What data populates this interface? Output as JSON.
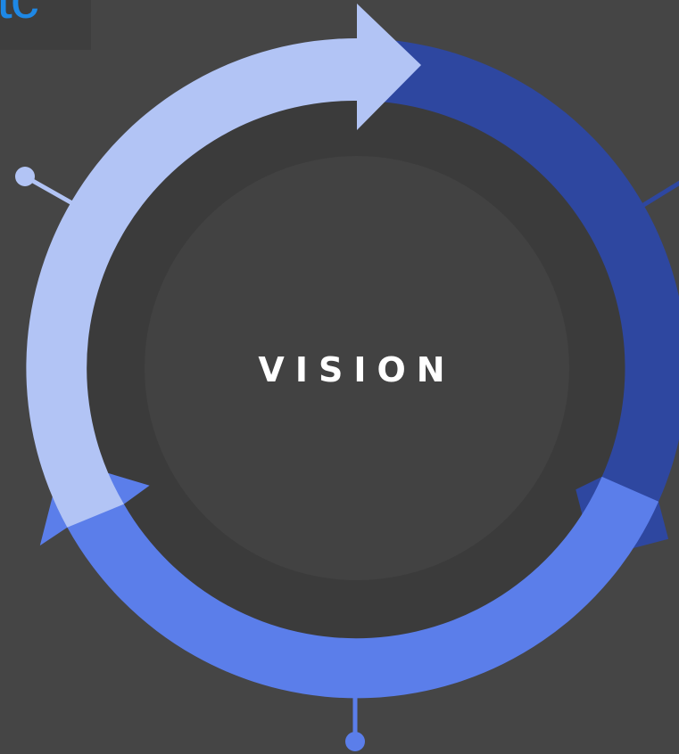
{
  "logo": {
    "text": "tc"
  },
  "diagram": {
    "center_label": "VISION",
    "type": "circular-cycle",
    "segment_count": 3
  },
  "colors": {
    "background": "#454545",
    "logo_box": "#3e3e3e",
    "logo_text": "#1e88e5",
    "ring_hole": "#3b3b3b",
    "center_disc": "#424242",
    "segment_light": "#b2c4f5",
    "segment_dark": "#2e47a0",
    "segment_medium": "#5b7eea",
    "connector_light": "#b2c4f5",
    "connector_dark": "#2e47a0",
    "connector_medium": "#5b7eea",
    "label": "#ffffff"
  }
}
